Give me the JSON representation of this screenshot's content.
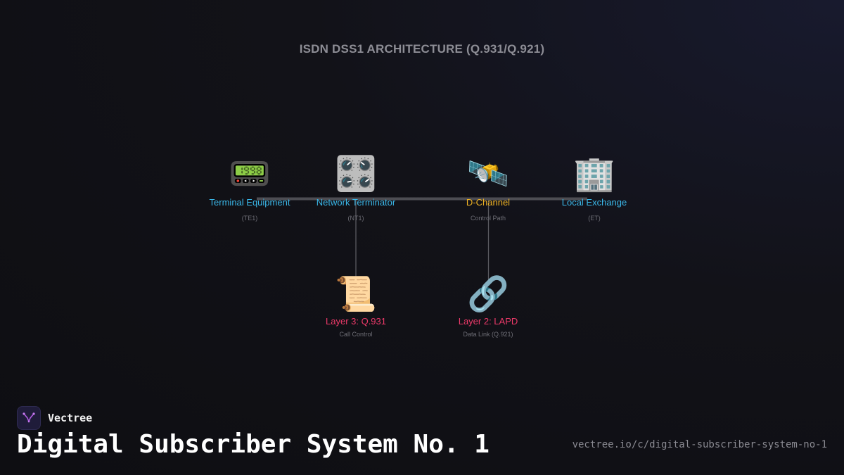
{
  "diagram": {
    "title": "ISDN DSS1 ARCHITECTURE (Q.931/Q.921)",
    "nodes": [
      {
        "id": "te1",
        "icon": "📟",
        "icon_name": "pager-icon",
        "label": "Terminal Equipment",
        "sub": "(TE1)",
        "color": "#3ab7e8"
      },
      {
        "id": "nt1",
        "icon": "🎛️",
        "icon_name": "control-knobs-icon",
        "label": "Network Terminator",
        "sub": "(NT1)",
        "color": "#3ab7e8"
      },
      {
        "id": "dchannel",
        "icon": "🛰️",
        "icon_name": "satellite-icon",
        "label": "D-Channel",
        "sub": "Control Path",
        "color": "#f0b323"
      },
      {
        "id": "et",
        "icon": "🏢",
        "icon_name": "office-building-icon",
        "label": "Local Exchange",
        "sub": "(ET)",
        "color": "#3ab7e8"
      },
      {
        "id": "q931",
        "icon": "📜",
        "icon_name": "scroll-icon",
        "label": "Layer 3: Q.931",
        "sub": "Call Control",
        "color": "#ee3a6a"
      },
      {
        "id": "lapd",
        "icon": "🔗",
        "icon_name": "link-icon",
        "label": "Layer 2: LAPD",
        "sub": "Data Link (Q.921)",
        "color": "#ee3a6a"
      }
    ],
    "edges": [
      {
        "from": "te1",
        "to": "et",
        "kind": "bus"
      },
      {
        "from": "nt1",
        "to": "q931",
        "kind": "branch"
      },
      {
        "from": "dchannel",
        "to": "lapd",
        "kind": "branch"
      }
    ]
  },
  "footer": {
    "brand": "Vectree",
    "brand_icon": "vectree-logo-icon",
    "title": "Digital Subscriber System No. 1",
    "url": "vectree.io/c/digital-subscriber-system-no-1"
  }
}
